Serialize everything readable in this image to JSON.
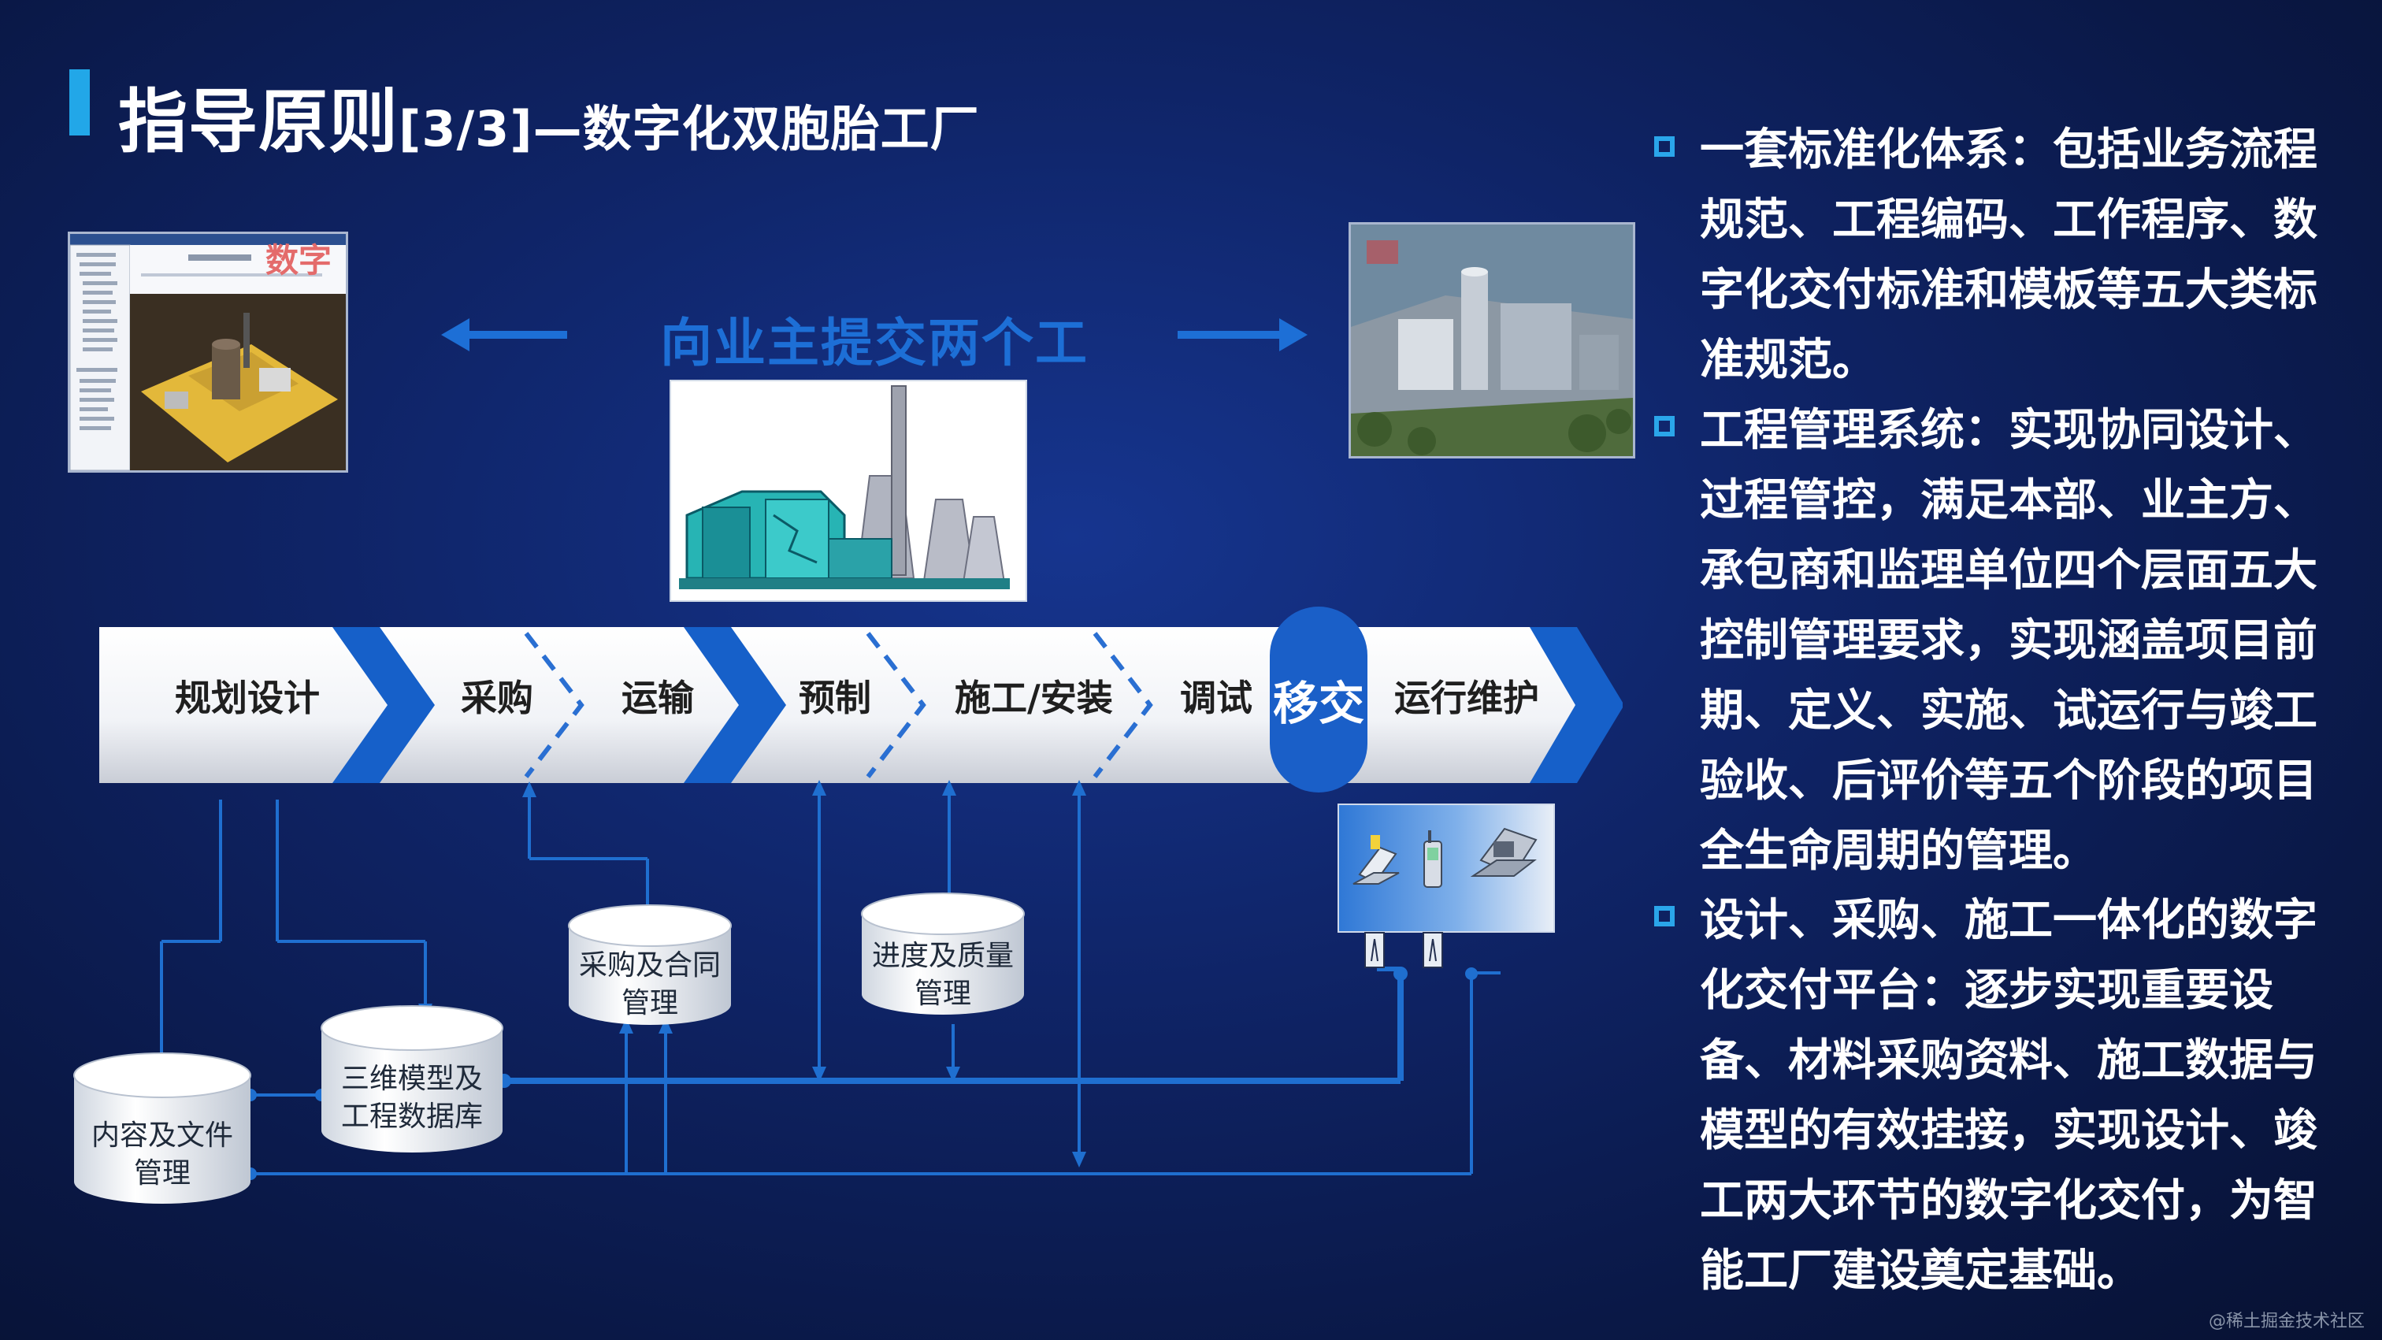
{
  "title": {
    "main": "指导原则",
    "suffix": "[3/3]—数字化双胞胎工厂"
  },
  "diagram": {
    "deliver_text": "向业主提交两个工厂",
    "left_thumb_text": "数字",
    "stages": [
      "规划设计",
      "采购",
      "运输",
      "预制",
      "施工/安装",
      "调试",
      "运行维护"
    ],
    "handover": "移交",
    "databases": {
      "procurement": [
        "采购及合同",
        "管理"
      ],
      "progress": [
        "进度及质量",
        "管理"
      ],
      "model": [
        "三维模型及",
        "工程数据库"
      ],
      "content": [
        "内容及文件",
        "管理"
      ]
    }
  },
  "bullets": [
    "一套标准化体系：包括业务流程规范、工程编码、工作程序、数字化交付标准和模板等五大类标准规范。",
    "工程管理系统：实现协同设计、过程管控，满足本部、业主方、承包商和监理单位四个层面五大控制管理要求，实现涵盖项目前期、定义、实施、试运行与竣工验收、后评价等五个阶段的项目全生命周期的管理。",
    "设计、采购、施工一体化的数字化交付平台：逐步实现重要设备、材料采购资料、施工数据与模型的有效挂接，实现设计、竣工两大环节的数字化交付，为智能工厂建设奠定基础。"
  ],
  "watermark": "@稀土掘金技术社区",
  "colors": {
    "accent": "#22a7e8",
    "deliver": "#1d6fd6",
    "handover": "#1a5fc8",
    "background": "#0f2467"
  }
}
